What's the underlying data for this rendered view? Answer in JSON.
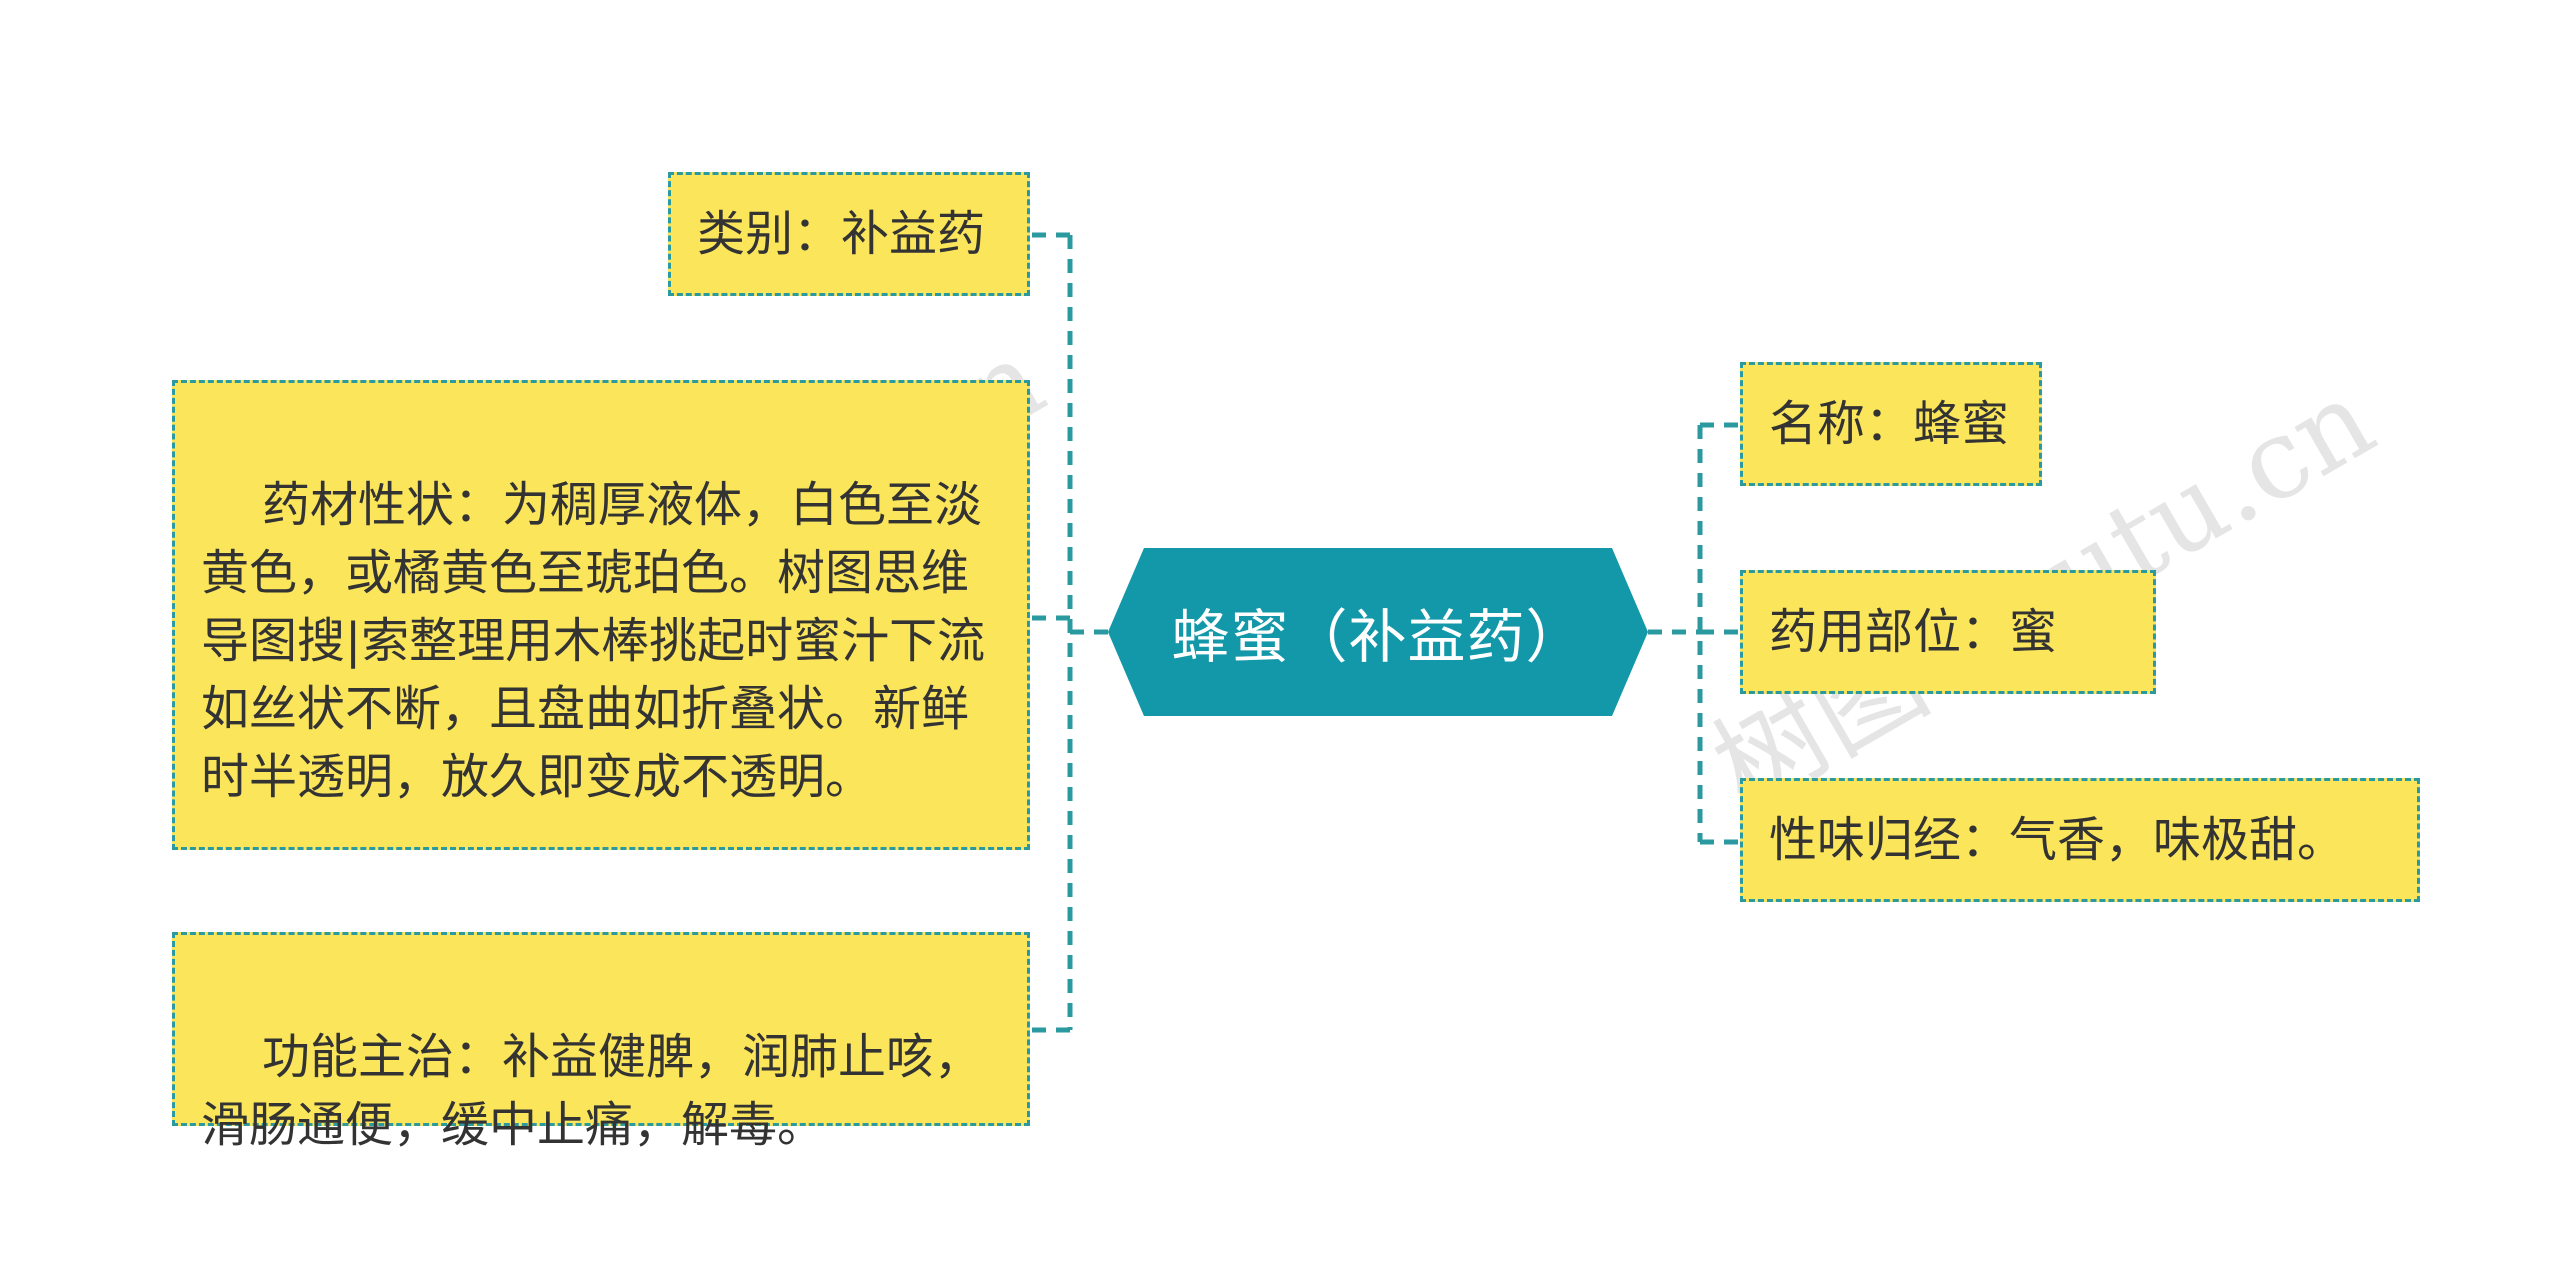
{
  "central": {
    "label": "蜂蜜（补益药）",
    "color": "#1298a8"
  },
  "left_nodes": [
    {
      "id": "category",
      "text": "类别：补益药"
    },
    {
      "id": "appearance",
      "text": "药材性状：为稠厚液体，白色至淡黄色，或橘黄色至琥珀色。树图思维导图搜|索整理用木棒挑起时蜜汁下流如丝状不断，且盘曲如折叠状。新鲜时半透明，放久即变成不透明。"
    },
    {
      "id": "function",
      "text": "功能主治：补益健脾，润肺止咳，滑肠通便，缓中止痛，解毒。"
    }
  ],
  "right_nodes": [
    {
      "id": "name",
      "text": "名称：蜂蜜"
    },
    {
      "id": "part",
      "text": "药用部位：蜜"
    },
    {
      "id": "nature",
      "text": "性味归经：气香，味极甜。"
    }
  ],
  "watermarks": [
    "树图 shutu.cn",
    "树图 shutu.cn"
  ],
  "colors": {
    "node_fill": "#fbe55a",
    "node_border": "#2b9aa0",
    "connector": "#2b9aa0",
    "text": "#333333"
  }
}
